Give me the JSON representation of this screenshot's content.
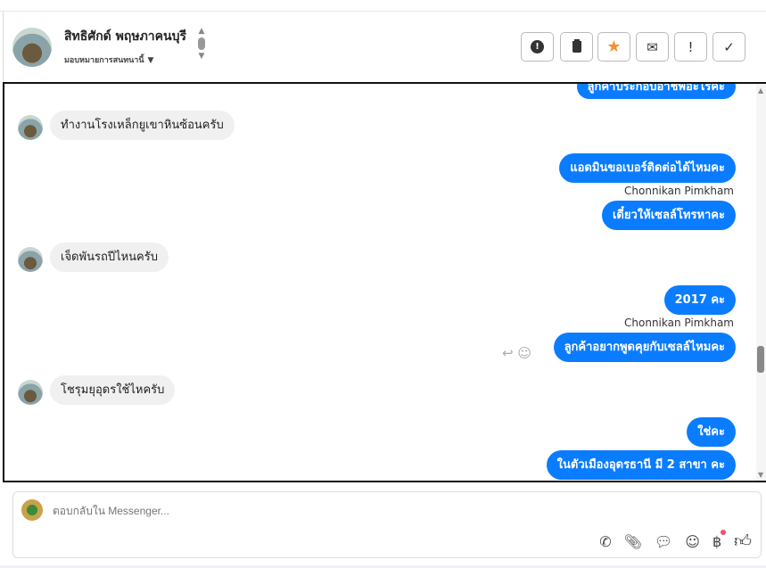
{
  "header": {
    "contact_name": "สิทธิศักด์ พฤษภาคนบุรี",
    "assign_label": "มอบหมายการสนทนานี้",
    "actions": [
      {
        "name": "spam",
        "icon": "!"
      },
      {
        "name": "delete",
        "icon": "🗑"
      },
      {
        "name": "star",
        "icon": "★"
      },
      {
        "name": "mark-unread",
        "icon": "✉"
      },
      {
        "name": "important",
        "icon": "!"
      },
      {
        "name": "done",
        "icon": "✓"
      }
    ]
  },
  "messages": [
    {
      "dir": "out",
      "text": "ลูกค้าประกอบอาชีพอะไรคะ"
    },
    {
      "dir": "in",
      "text": "ทำงานโรงเหล็กยูเขาหินซ้อนครับ"
    },
    {
      "dir": "out",
      "text": "แอดมินขอเบอร์ติดต่อได้ไหมคะ"
    },
    {
      "dir": "out",
      "sender": "Chonnikan Pimkham",
      "text": "เดี๋ยวให้เซลล์โทรหาคะ"
    },
    {
      "dir": "in",
      "text": "เจ็ดพันรถปีไหนครับ"
    },
    {
      "dir": "out",
      "text": "2017 คะ"
    },
    {
      "dir": "out",
      "sender": "Chonnikan Pimkham",
      "text": "ลูกค้าอยากพูดคุยกับเซลล์ไหมคะ"
    },
    {
      "dir": "in",
      "text": "โชรุมยุอุดรใช้ไหครับ"
    },
    {
      "dir": "out",
      "text": "ใช่คะ"
    },
    {
      "dir": "out",
      "text": "ในตัวเมืองอุดรธานี มี 2 สาขา คะ"
    }
  ],
  "composer": {
    "placeholder": "ตอบกลับใน Messenger..."
  },
  "colors": {
    "accent": "#0a7cff",
    "star": "#f5902a",
    "badge": "#f0506e"
  }
}
